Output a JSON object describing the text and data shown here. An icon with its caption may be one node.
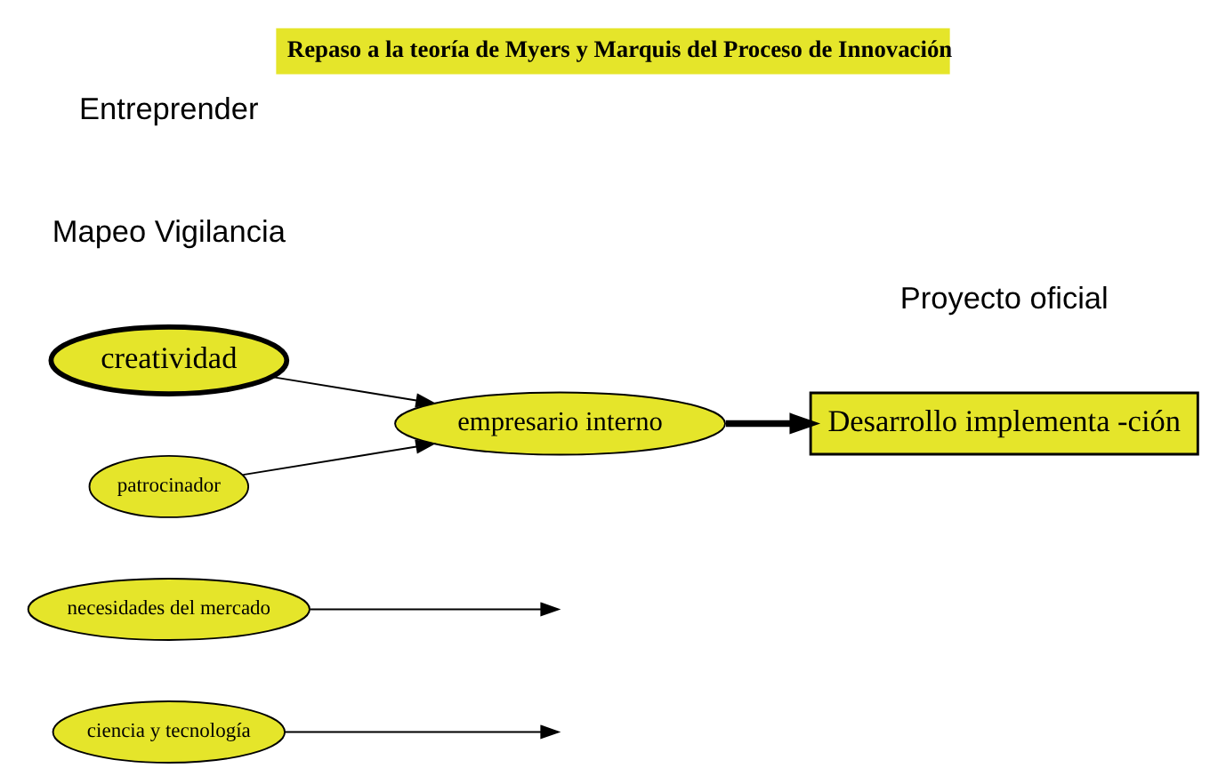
{
  "diagram": {
    "title": "Repaso a la teoría de Myers y Marquis del Proceso de Innovación",
    "nodes": [
      {
        "text": [
          "ciencia y tecnología"
        ]
      },
      {
        "text": [
          "necesidades del mercado"
        ]
      },
      {
        "text": [
          "creatividad"
        ]
      },
      {
        "text": [
          "patrocinador"
        ]
      },
      {
        "text": [
          "empresario interno"
        ]
      },
      {
        "text": [
          "Desarrollo implementa -ción"
        ]
      }
    ],
    "edges": [
      {
        "from": 0,
        "to": null,
        "arrow": "to"
      },
      {
        "from": 1,
        "to": null,
        "arrow": "to"
      },
      {
        "from": 2,
        "to": 4,
        "arrow": "to"
      },
      {
        "from": 3,
        "to": 4,
        "arrow": "to"
      },
      {
        "from": 4,
        "to": 5,
        "arrow": "to",
        "style": "thick"
      }
    ],
    "labels": [
      "Mapeo Vigilancia",
      "Entreprender",
      "Proyecto oficial"
    ]
  }
}
